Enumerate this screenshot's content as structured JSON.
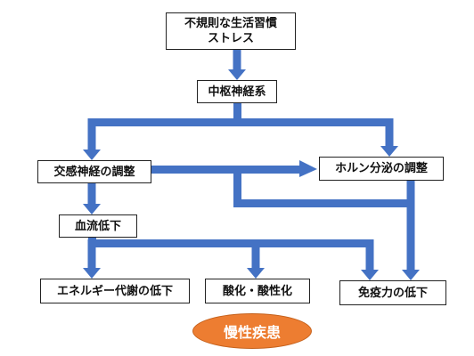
{
  "colors": {
    "arrow": "#4472c4",
    "box_border": "#222222",
    "oval_fill": "#ed7d31",
    "oval_text": "#ffffff"
  },
  "nodes": {
    "lifestyle": {
      "line1": "不規則な生活習慣",
      "line2": "ストレス"
    },
    "cns": {
      "label": "中枢神経系"
    },
    "sympathetic": {
      "label": "交感神経の調整"
    },
    "hormone": {
      "label": "ホルン分泌の調整"
    },
    "blood_flow": {
      "label": "血流低下"
    },
    "energy": {
      "label": "エネルギー代謝の低下"
    },
    "oxidation": {
      "label": "酸化・酸性化"
    },
    "immunity": {
      "label": "免疫力の低下"
    },
    "chronic": {
      "label": "慢性疾患"
    }
  }
}
